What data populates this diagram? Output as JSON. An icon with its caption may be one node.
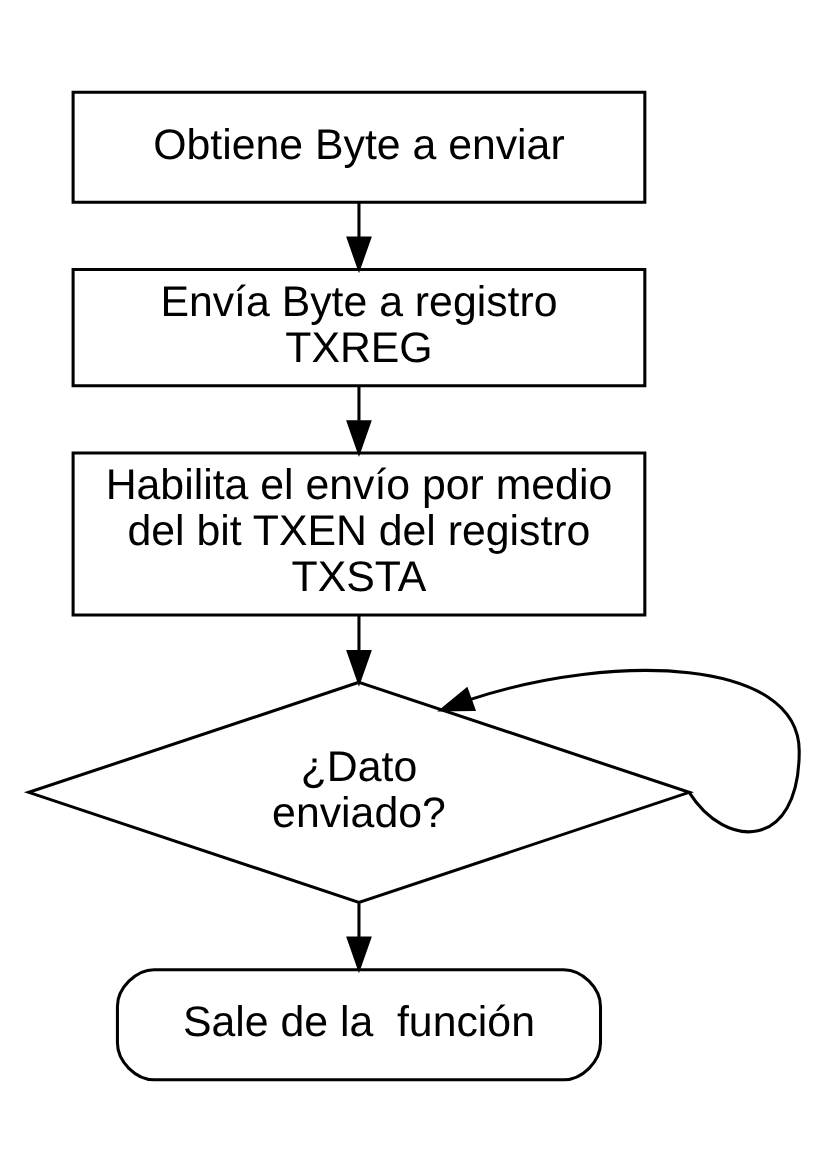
{
  "diagram": {
    "nodes": [
      {
        "text": [
          "Obtiene Byte a enviar"
        ]
      },
      {
        "text": [
          "Envía Byte a registro TXREG"
        ]
      },
      {
        "text": [
          "Habilita el envío por medio del bit TXEN del registro TXSTA"
        ]
      },
      {
        "text": [
          "¿Dato enviado?"
        ]
      },
      {
        "text": [
          "Sale de la  función"
        ]
      }
    ],
    "edges": [
      {
        "from": 0,
        "to": 1,
        "arrow": "to"
      },
      {
        "from": 1,
        "to": 2,
        "arrow": "to"
      },
      {
        "from": 2,
        "to": 3,
        "arrow": "to"
      },
      {
        "from": 3,
        "to": 4,
        "arrow": "to"
      },
      {
        "from": 3,
        "to": 3,
        "arrow": "to"
      }
    ]
  }
}
